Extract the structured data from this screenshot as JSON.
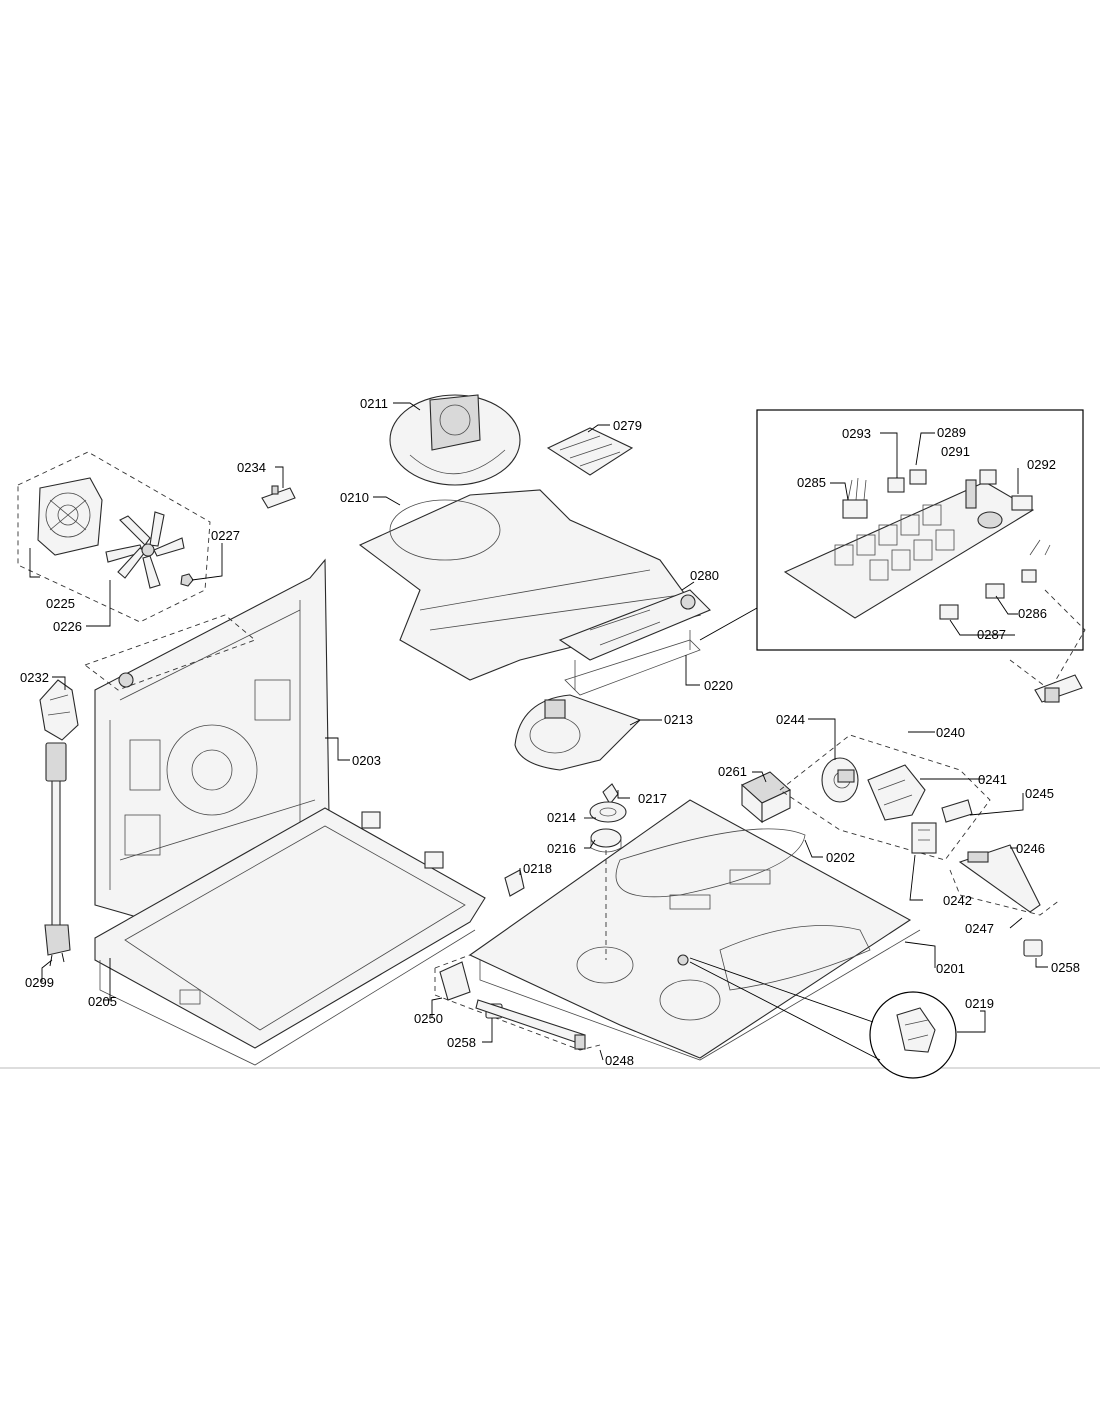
{
  "labels": {
    "l0211": "0211",
    "l0279": "0279",
    "l0234": "0234",
    "l0210": "0210",
    "l0227": "0227",
    "l0225": "0225",
    "l0226": "0226",
    "l0280": "0280",
    "l0220": "0220",
    "l0232": "0232",
    "l0203": "0203",
    "l0213": "0213",
    "l0217": "0217",
    "l0214": "0214",
    "l0216": "0216",
    "l0218": "0218",
    "l0202": "0202",
    "l0261": "0261",
    "l0244": "0244",
    "l0240": "0240",
    "l0241": "0241",
    "l0245": "0245",
    "l0246": "0246",
    "l0242": "0242",
    "l0247": "0247",
    "l0258a": "0258",
    "l0201": "0201",
    "l0219": "0219",
    "l0250": "0250",
    "l0258b": "0258",
    "l0248": "0248",
    "l0299": "0299",
    "l0205": "0205",
    "l0293": "0293",
    "l0289": "0289",
    "l0291": "0291",
    "l0292": "0292",
    "l0285": "0285",
    "l0286": "0286",
    "l0287": "0287"
  }
}
